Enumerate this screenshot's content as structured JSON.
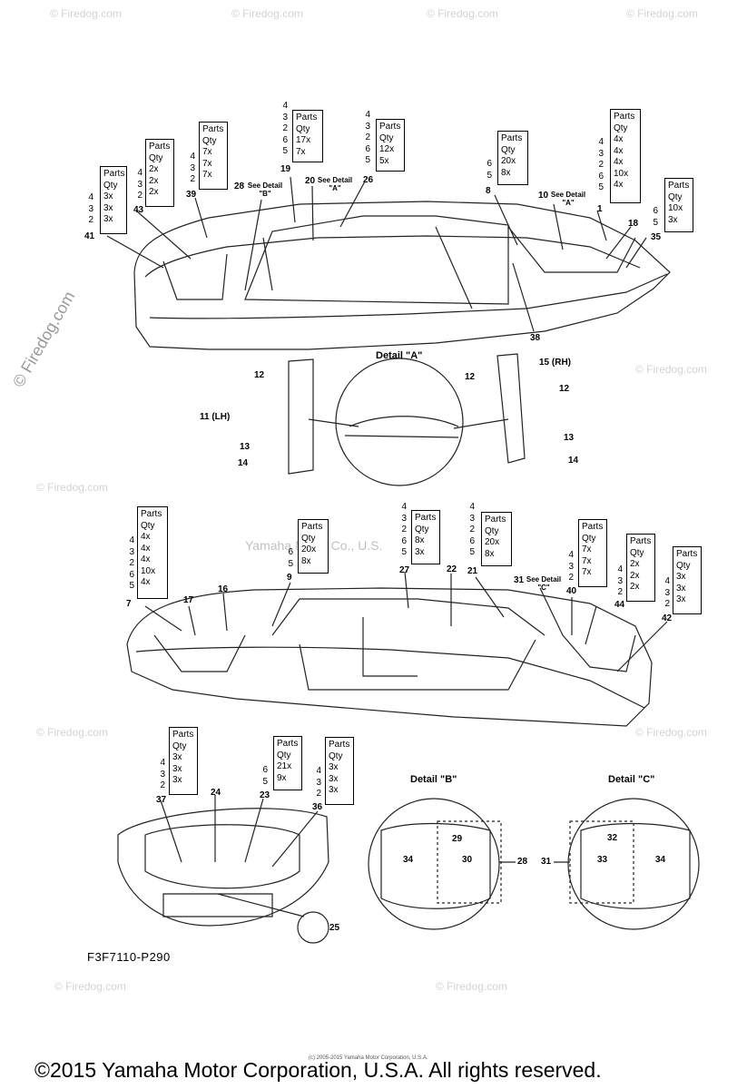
{
  "watermark": "© Firedog.com",
  "watermark_side": "© Firedog.com",
  "center_watermark": "Yamaha Motor Co., U.S.",
  "figure_code": "F3F7110-P290",
  "footer": "©2015 Yamaha Motor Corporation, U.S.A. All rights reserved.",
  "tiny_copyright": "(c) 2005-2015 Yamaha Motor Corporation, U.S.A.",
  "parts_label": "Parts",
  "qty_label": "Qty",
  "qty_tables": [
    {
      "id": "t41",
      "items": [
        "4",
        "3",
        "2"
      ],
      "qty": [
        "3x",
        "3x",
        "3x"
      ],
      "ref": "41"
    },
    {
      "id": "t43",
      "items": [
        "4",
        "3",
        "2"
      ],
      "qty": [
        "2x",
        "2x",
        "2x"
      ],
      "ref": "43"
    },
    {
      "id": "t39",
      "items": [
        "4",
        "3",
        "2"
      ],
      "qty": [
        "7x",
        "7x",
        "7x"
      ],
      "ref": "39"
    },
    {
      "id": "t19",
      "items": [
        "4",
        "3",
        "2",
        "6",
        "5"
      ],
      "qty": [
        "17x",
        "7x"
      ],
      "ref": "19"
    },
    {
      "id": "t26",
      "items": [
        "4",
        "3",
        "2",
        "6",
        "5"
      ],
      "qty": [
        "12x",
        "5x"
      ],
      "ref": "26"
    },
    {
      "id": "t8",
      "items": [
        "6",
        "5"
      ],
      "qty": [
        "20x",
        "8x"
      ],
      "ref": "8"
    },
    {
      "id": "t1",
      "items": [
        "4",
        "3",
        "2",
        "6",
        "5"
      ],
      "qty": [
        "4x",
        "4x",
        "4x",
        "10x",
        "4x"
      ],
      "ref": "1"
    },
    {
      "id": "t35",
      "items": [
        "6",
        "5"
      ],
      "qty": [
        "10x",
        "3x"
      ],
      "ref": "35"
    },
    {
      "id": "t7",
      "items": [
        "4",
        "3",
        "2",
        "6",
        "5"
      ],
      "qty": [
        "4x",
        "4x",
        "4x",
        "10x",
        "4x"
      ],
      "ref": "7"
    },
    {
      "id": "t9",
      "items": [
        "6",
        "5"
      ],
      "qty": [
        "20x",
        "8x"
      ],
      "ref": "9"
    },
    {
      "id": "t27",
      "items": [
        "4",
        "3",
        "2",
        "6",
        "5"
      ],
      "qty": [
        "8x",
        "3x"
      ],
      "ref": "27"
    },
    {
      "id": "t21",
      "items": [
        "4",
        "3",
        "2",
        "6",
        "5"
      ],
      "qty": [
        "20x",
        "8x"
      ],
      "ref": "21"
    },
    {
      "id": "t40",
      "items": [
        "4",
        "3",
        "2"
      ],
      "qty": [
        "7x",
        "7x",
        "7x"
      ],
      "ref": "40"
    },
    {
      "id": "t44",
      "items": [
        "4",
        "3",
        "2"
      ],
      "qty": [
        "2x",
        "2x",
        "2x"
      ],
      "ref": "44"
    },
    {
      "id": "t42",
      "items": [
        "4",
        "3",
        "2"
      ],
      "qty": [
        "3x",
        "3x",
        "3x"
      ],
      "ref": "42"
    },
    {
      "id": "t37",
      "items": [
        "4",
        "3",
        "2"
      ],
      "qty": [
        "3x",
        "3x",
        "3x"
      ],
      "ref": "37"
    },
    {
      "id": "t23",
      "items": [
        "6",
        "5"
      ],
      "qty": [
        "21x",
        "9x"
      ],
      "ref": "23"
    },
    {
      "id": "t36",
      "items": [
        "4",
        "3",
        "2"
      ],
      "qty": [
        "3x",
        "3x",
        "3x"
      ],
      "ref": "36"
    }
  ],
  "callouts": {
    "c28": "28",
    "c28_note": "See Detail",
    "c28_sub": "\"B\"",
    "c20": "20",
    "c20_note": "See Detail",
    "c20_sub": "\"A\"",
    "c10": "10",
    "c10_note": "See Detail",
    "c10_sub": "\"A\"",
    "c18": "18",
    "c38": "38",
    "c31": "31",
    "c31_note": "See Detail",
    "c31_sub": "\"C\"",
    "c17": "17",
    "c16": "16",
    "c22": "22",
    "c24": "24",
    "c25": "25",
    "c12a": "12",
    "c12b": "12",
    "c12c": "12",
    "c11": "11 (LH)",
    "c15": "15 (RH)",
    "c13a": "13",
    "c13b": "13",
    "c14a": "14",
    "c14b": "14",
    "c29": "29",
    "c30": "30",
    "c34a": "34",
    "c28b": "28",
    "c31b": "31",
    "c32": "32",
    "c33": "33",
    "c34b": "34"
  },
  "detail_a": "Detail \"A\"",
  "detail_b": "Detail \"B\"",
  "detail_c": "Detail \"C\""
}
